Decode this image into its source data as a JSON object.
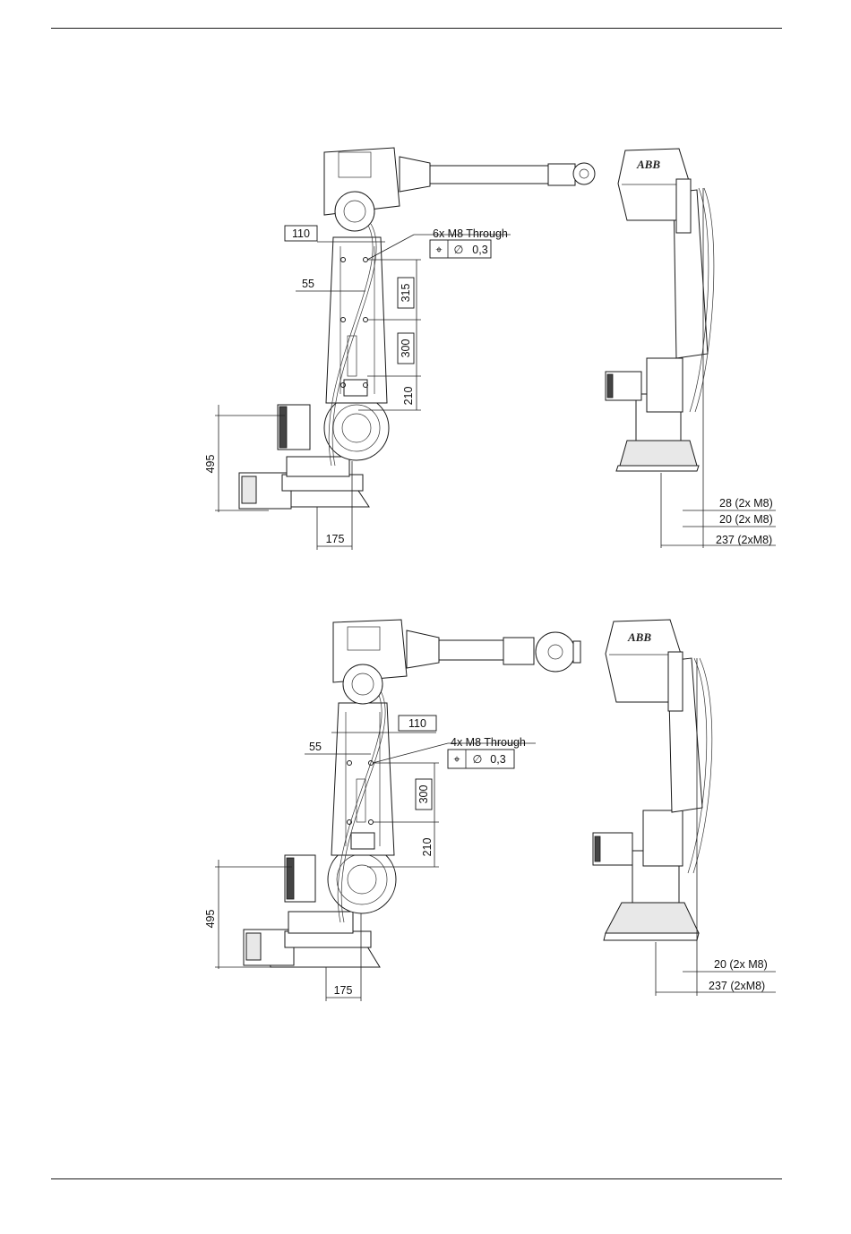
{
  "page": {
    "background": "#ffffff",
    "line_color": "#1a1a1a"
  },
  "top_view": {
    "front": {
      "dim_110": "110",
      "dim_55": "55",
      "dim_315": "315",
      "dim_300": "300",
      "dim_210": "210",
      "dim_495": "495",
      "dim_175": "175",
      "callout": "6x M8 Through",
      "tolerance_symbol": "⌖",
      "tolerance_diameter": "∅",
      "tolerance_value": "0,3"
    },
    "side": {
      "logo": "ABB",
      "dim_28": "28 (2x M8)",
      "dim_20": "20 (2x M8)",
      "dim_237": "237 (2xM8)"
    }
  },
  "bottom_view": {
    "front": {
      "dim_110": "110",
      "dim_55": "55",
      "dim_300": "300",
      "dim_210": "210",
      "dim_495": "495",
      "dim_175": "175",
      "callout": "4x M8 Through",
      "tolerance_symbol": "⌖",
      "tolerance_diameter": "∅",
      "tolerance_value": "0,3"
    },
    "side": {
      "logo": "ABB",
      "dim_20": "20 (2x M8)",
      "dim_237": "237 (2xM8)"
    }
  }
}
